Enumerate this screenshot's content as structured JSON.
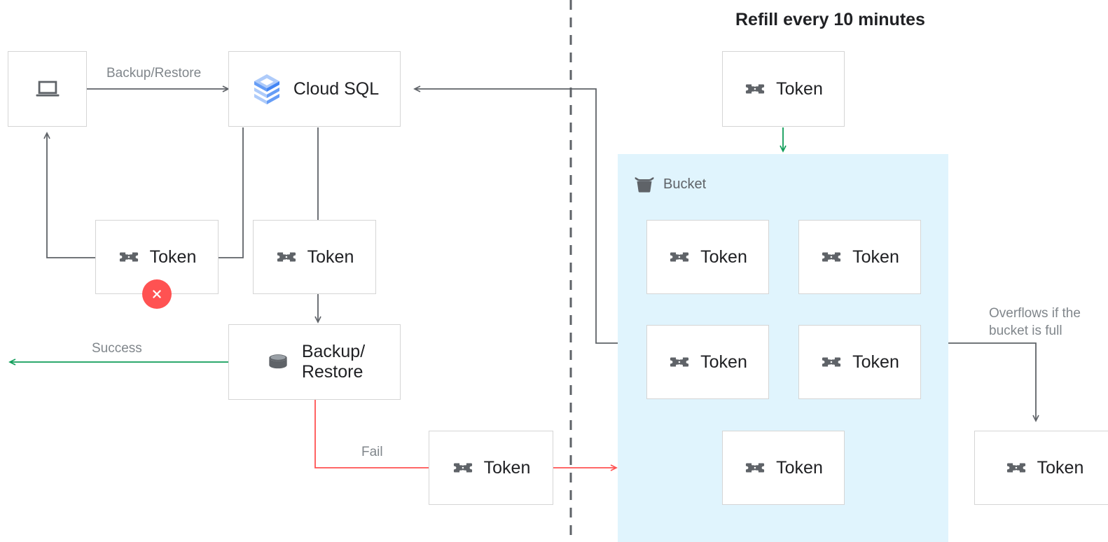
{
  "title": "Refill every 10 minutes",
  "colors": {
    "bucket_fill": "#e0f4fd",
    "node_border": "#d5d5d5",
    "wire": "#5f6368",
    "success": "#0f9d58",
    "fail": "#ff5252",
    "error_badge": "#ff5252",
    "text": "#202124",
    "muted_text": "#80868b",
    "cloudsql_blue": "#4285f4",
    "token_gray": "#5f6368"
  },
  "nodes": {
    "client": {
      "label": "",
      "icon": "laptop-icon"
    },
    "cloud_sql": {
      "label": "Cloud SQL",
      "icon": "cloud-sql-icon"
    },
    "backup_restore": {
      "label": "Backup/\nRestore",
      "icon": "database-icon"
    },
    "token_failed": {
      "label": "Token",
      "icon": "token-icon",
      "badge": "error-x-icon"
    },
    "token_attempt": {
      "label": "Token",
      "icon": "token-icon"
    },
    "token_fail_out": {
      "label": "Token",
      "icon": "token-icon"
    },
    "token_refill": {
      "label": "Token",
      "icon": "token-icon"
    },
    "token_overflow": {
      "label": "Token",
      "icon": "token-icon"
    }
  },
  "bucket": {
    "label": "Bucket",
    "icon": "bucket-icon",
    "tokens": [
      {
        "label": "Token",
        "icon": "token-icon"
      },
      {
        "label": "Token",
        "icon": "token-icon"
      },
      {
        "label": "Token",
        "icon": "token-icon"
      },
      {
        "label": "Token",
        "icon": "token-icon"
      },
      {
        "label": "Token",
        "icon": "token-icon"
      }
    ]
  },
  "edges": {
    "backup_restore_label": "Backup/Restore",
    "success_label": "Success",
    "fail_label": "Fail",
    "overflow_label": "Overflows if the\nbucket is full"
  }
}
